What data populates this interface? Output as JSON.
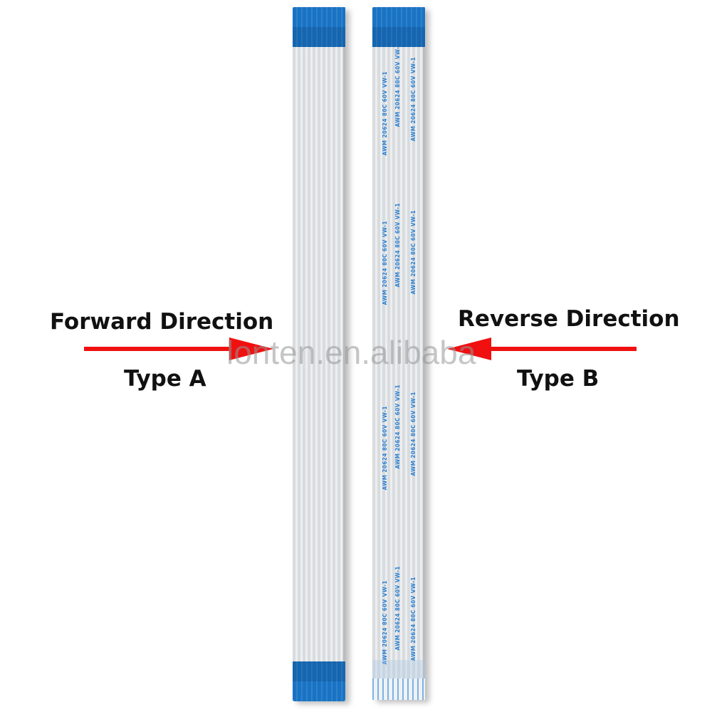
{
  "cables": {
    "a": {
      "name": "Type A",
      "stiffener_color": "#1a73c2",
      "top_stiffener": true,
      "bottom_stiffener": true,
      "printed": false
    },
    "b": {
      "name": "Type B",
      "stiffener_color": "#1a73c2",
      "top_stiffener": true,
      "bottom_stiffener": false,
      "bottom_contacts_exposed": true,
      "printed": true,
      "print_text": "AWM 20624 80C 60V VW-1",
      "print_color": "#2a7fd0"
    }
  },
  "left_label": {
    "title": "Forward Direction",
    "subtitle": "Type A",
    "arrow_direction": "right"
  },
  "right_label": {
    "title": "Reverse Direction",
    "subtitle": "Type B",
    "arrow_direction": "left"
  },
  "arrow_color": "#f01010",
  "watermark": "lonten.en.alibaba"
}
